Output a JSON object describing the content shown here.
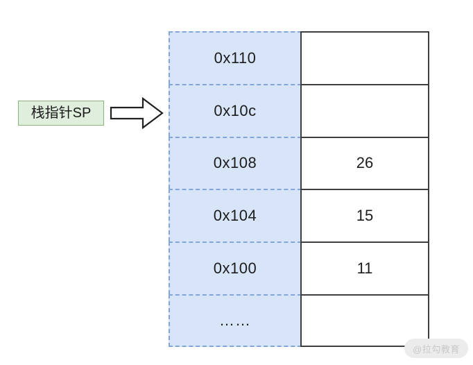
{
  "diagram": {
    "pointer": {
      "label": "栈指针SP",
      "arrow_icon": "right-block-arrow-icon",
      "points_to_row_index": 1,
      "box_fill": "#dfeedd",
      "box_border": "#8bb47a"
    },
    "memory_table": {
      "address_column_fill": "#d8e5f8",
      "address_column_border": "#82a6d8",
      "value_column_fill": "#ffffff",
      "value_column_border": "#3d3d3d",
      "rows": [
        {
          "address": "0x110",
          "value": ""
        },
        {
          "address": "0x10c",
          "value": ""
        },
        {
          "address": "0x108",
          "value": "26"
        },
        {
          "address": "0x104",
          "value": "15"
        },
        {
          "address": "0x100",
          "value": "11"
        },
        {
          "address": "……",
          "value": ""
        }
      ]
    }
  },
  "watermark": {
    "text": "@拉勾教育"
  }
}
